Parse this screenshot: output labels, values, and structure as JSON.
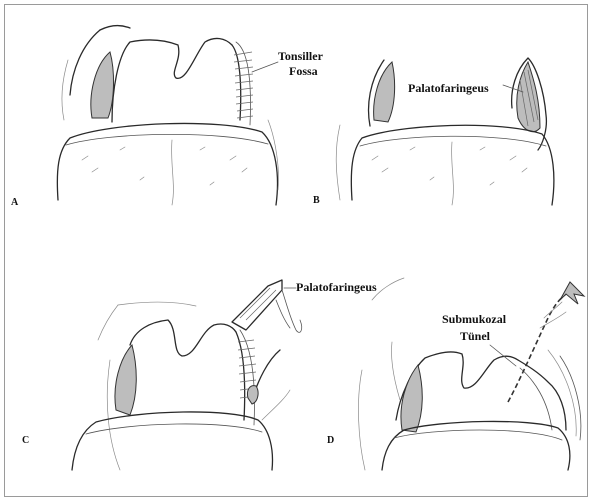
{
  "panels": {
    "a": {
      "letter": "A",
      "label_line1": "Tonsiller",
      "label_line2": "Fossa"
    },
    "b": {
      "letter": "B",
      "label": "Palatofaringeus"
    },
    "c": {
      "letter": "C",
      "label": "Palatofaringeus"
    },
    "d": {
      "letter": "D",
      "label_line1": "Submukozal",
      "label_line2": "Tünel"
    }
  }
}
